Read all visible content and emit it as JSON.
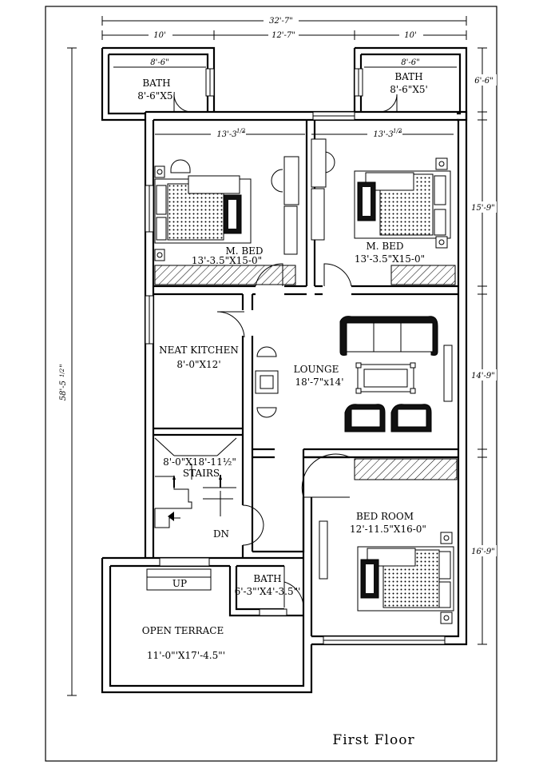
{
  "title": "First Floor",
  "dimensions": {
    "overall_width": "32'-7\"",
    "left_bay": "10'",
    "middle_bay": "12'-7\"",
    "right_bay": "10'",
    "overall_height": "58'-5",
    "overall_height_frac": "1/2",
    "overall_height_close": "\"",
    "bath_width_left": "8'-6\"",
    "bath_width_right": "8'-6\"",
    "bed_width_left": "13'-3",
    "bed_width_right": "13'-3",
    "bed_width_frac": "1/2",
    "bed_width_close": "\"",
    "seg_1": "6'-6\"",
    "seg_2": "15'-9\"",
    "seg_3": "14'-9\"",
    "seg_4": "16'-9\""
  },
  "rooms": {
    "bath_left": {
      "name": "BATH",
      "size": "8'-6\"X5'"
    },
    "bath_right": {
      "name": "BATH",
      "size": "8'-6\"X5'"
    },
    "mbed_left": {
      "name": "M. BED",
      "size": "13'-3.5\"X15-0\""
    },
    "mbed_right": {
      "name": "M. BED",
      "size": "13'-3.5\"X15-0\""
    },
    "kitchen": {
      "name": "NEAT KITCHEN",
      "size": "8'-0\"X12'"
    },
    "lounge": {
      "name": "LOUNGE",
      "size": "18'-7\"x14'"
    },
    "stairs": {
      "name": "STAIRS",
      "size": "8'-0\"X18'-11½\"",
      "down": "DN",
      "up": "UP"
    },
    "bedroom": {
      "name": "BED ROOM",
      "size": "12'-11.5\"X16-0\""
    },
    "bath_bottom": {
      "name": "BATH",
      "size": "6'-3\"'X4'-3.5\"'"
    },
    "terrace": {
      "name": "OPEN TERRACE",
      "size": "11'-0\"'X17'-4.5\"'"
    }
  }
}
